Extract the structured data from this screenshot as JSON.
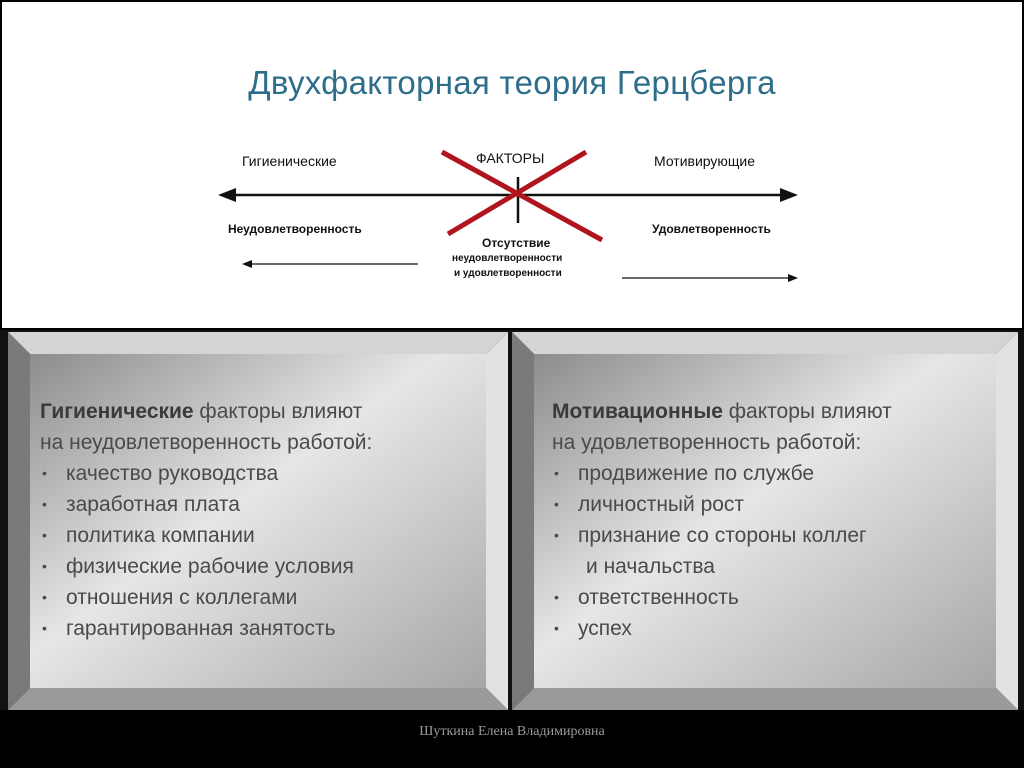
{
  "title": "Двухфакторная теория Герцберга",
  "diagram": {
    "left_top": "Гигиенические",
    "center_top": "ФАКТОРЫ",
    "right_top": "Мотивирующие",
    "left_bottom": "Неудовлетворенность",
    "center_bottom_1": "Отсутствие",
    "center_bottom_2": "неудовлетворенности",
    "center_bottom_3": "и удовлетворенности",
    "right_bottom": "Удовлетворенность"
  },
  "left_panel": {
    "lead_bold": "Гигиенические",
    "lead_rest": " факторы влияют",
    "lead_line2": "на неудовлетворенность работой:",
    "items": [
      "качество руководства",
      "заработная плата",
      "политика компании",
      "физические рабочие условия",
      "отношения с коллегами",
      "гарантированная занятость"
    ]
  },
  "right_panel": {
    "lead_bold": "Мотивационные",
    "lead_rest": " факторы влияют",
    "lead_line2": "на удовлетворенность работой:",
    "items": [
      "продвижение по службе",
      "личностный рост",
      "признание со стороны коллег",
      "и начальства",
      "ответственность",
      "успех"
    ]
  },
  "footer": "Шуткина Елена Владимировна",
  "colors": {
    "title": "#2e6e8a",
    "cross": "#b0141c"
  }
}
